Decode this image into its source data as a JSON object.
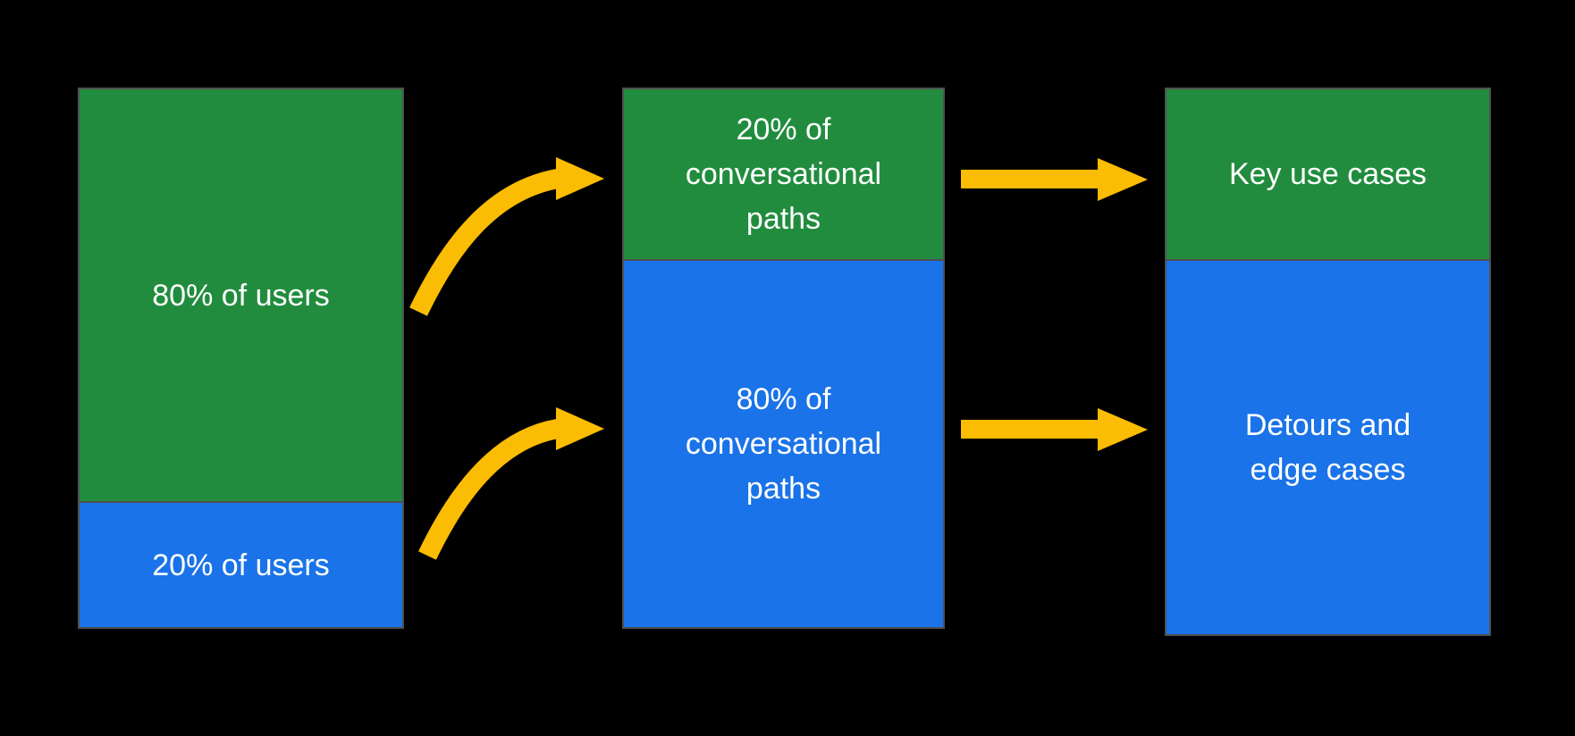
{
  "diagram": {
    "background": "#000000",
    "colors": {
      "green": "#218c3e",
      "blue": "#1a73e8",
      "arrow_yellow": "#fbbc04",
      "box_border": "#505050",
      "text": "#ffffff"
    },
    "columns": [
      {
        "name": "users",
        "segments": [
          {
            "label": "80% of users",
            "color": "green",
            "proportion": "80%"
          },
          {
            "label": "20% of users",
            "color": "blue",
            "proportion": "20%"
          }
        ]
      },
      {
        "name": "conversational-paths",
        "segments": [
          {
            "label": "20% of conversational paths",
            "color": "green",
            "proportion": "20%"
          },
          {
            "label": "80% of conversational paths",
            "color": "blue",
            "proportion": "80%"
          }
        ]
      },
      {
        "name": "outcomes",
        "segments": [
          {
            "label": "Key use cases",
            "color": "green"
          },
          {
            "label": "Detours and edge cases",
            "color": "blue"
          }
        ]
      }
    ],
    "arrows": [
      {
        "from": "80% of users",
        "to": "20% of conversational paths",
        "shape": "curved"
      },
      {
        "from": "20% of users",
        "to": "80% of conversational paths",
        "shape": "curved"
      },
      {
        "from": "20% of conversational paths",
        "to": "Key use cases",
        "shape": "straight"
      },
      {
        "from": "80% of conversational paths",
        "to": "Detours and edge cases",
        "shape": "straight"
      }
    ]
  }
}
